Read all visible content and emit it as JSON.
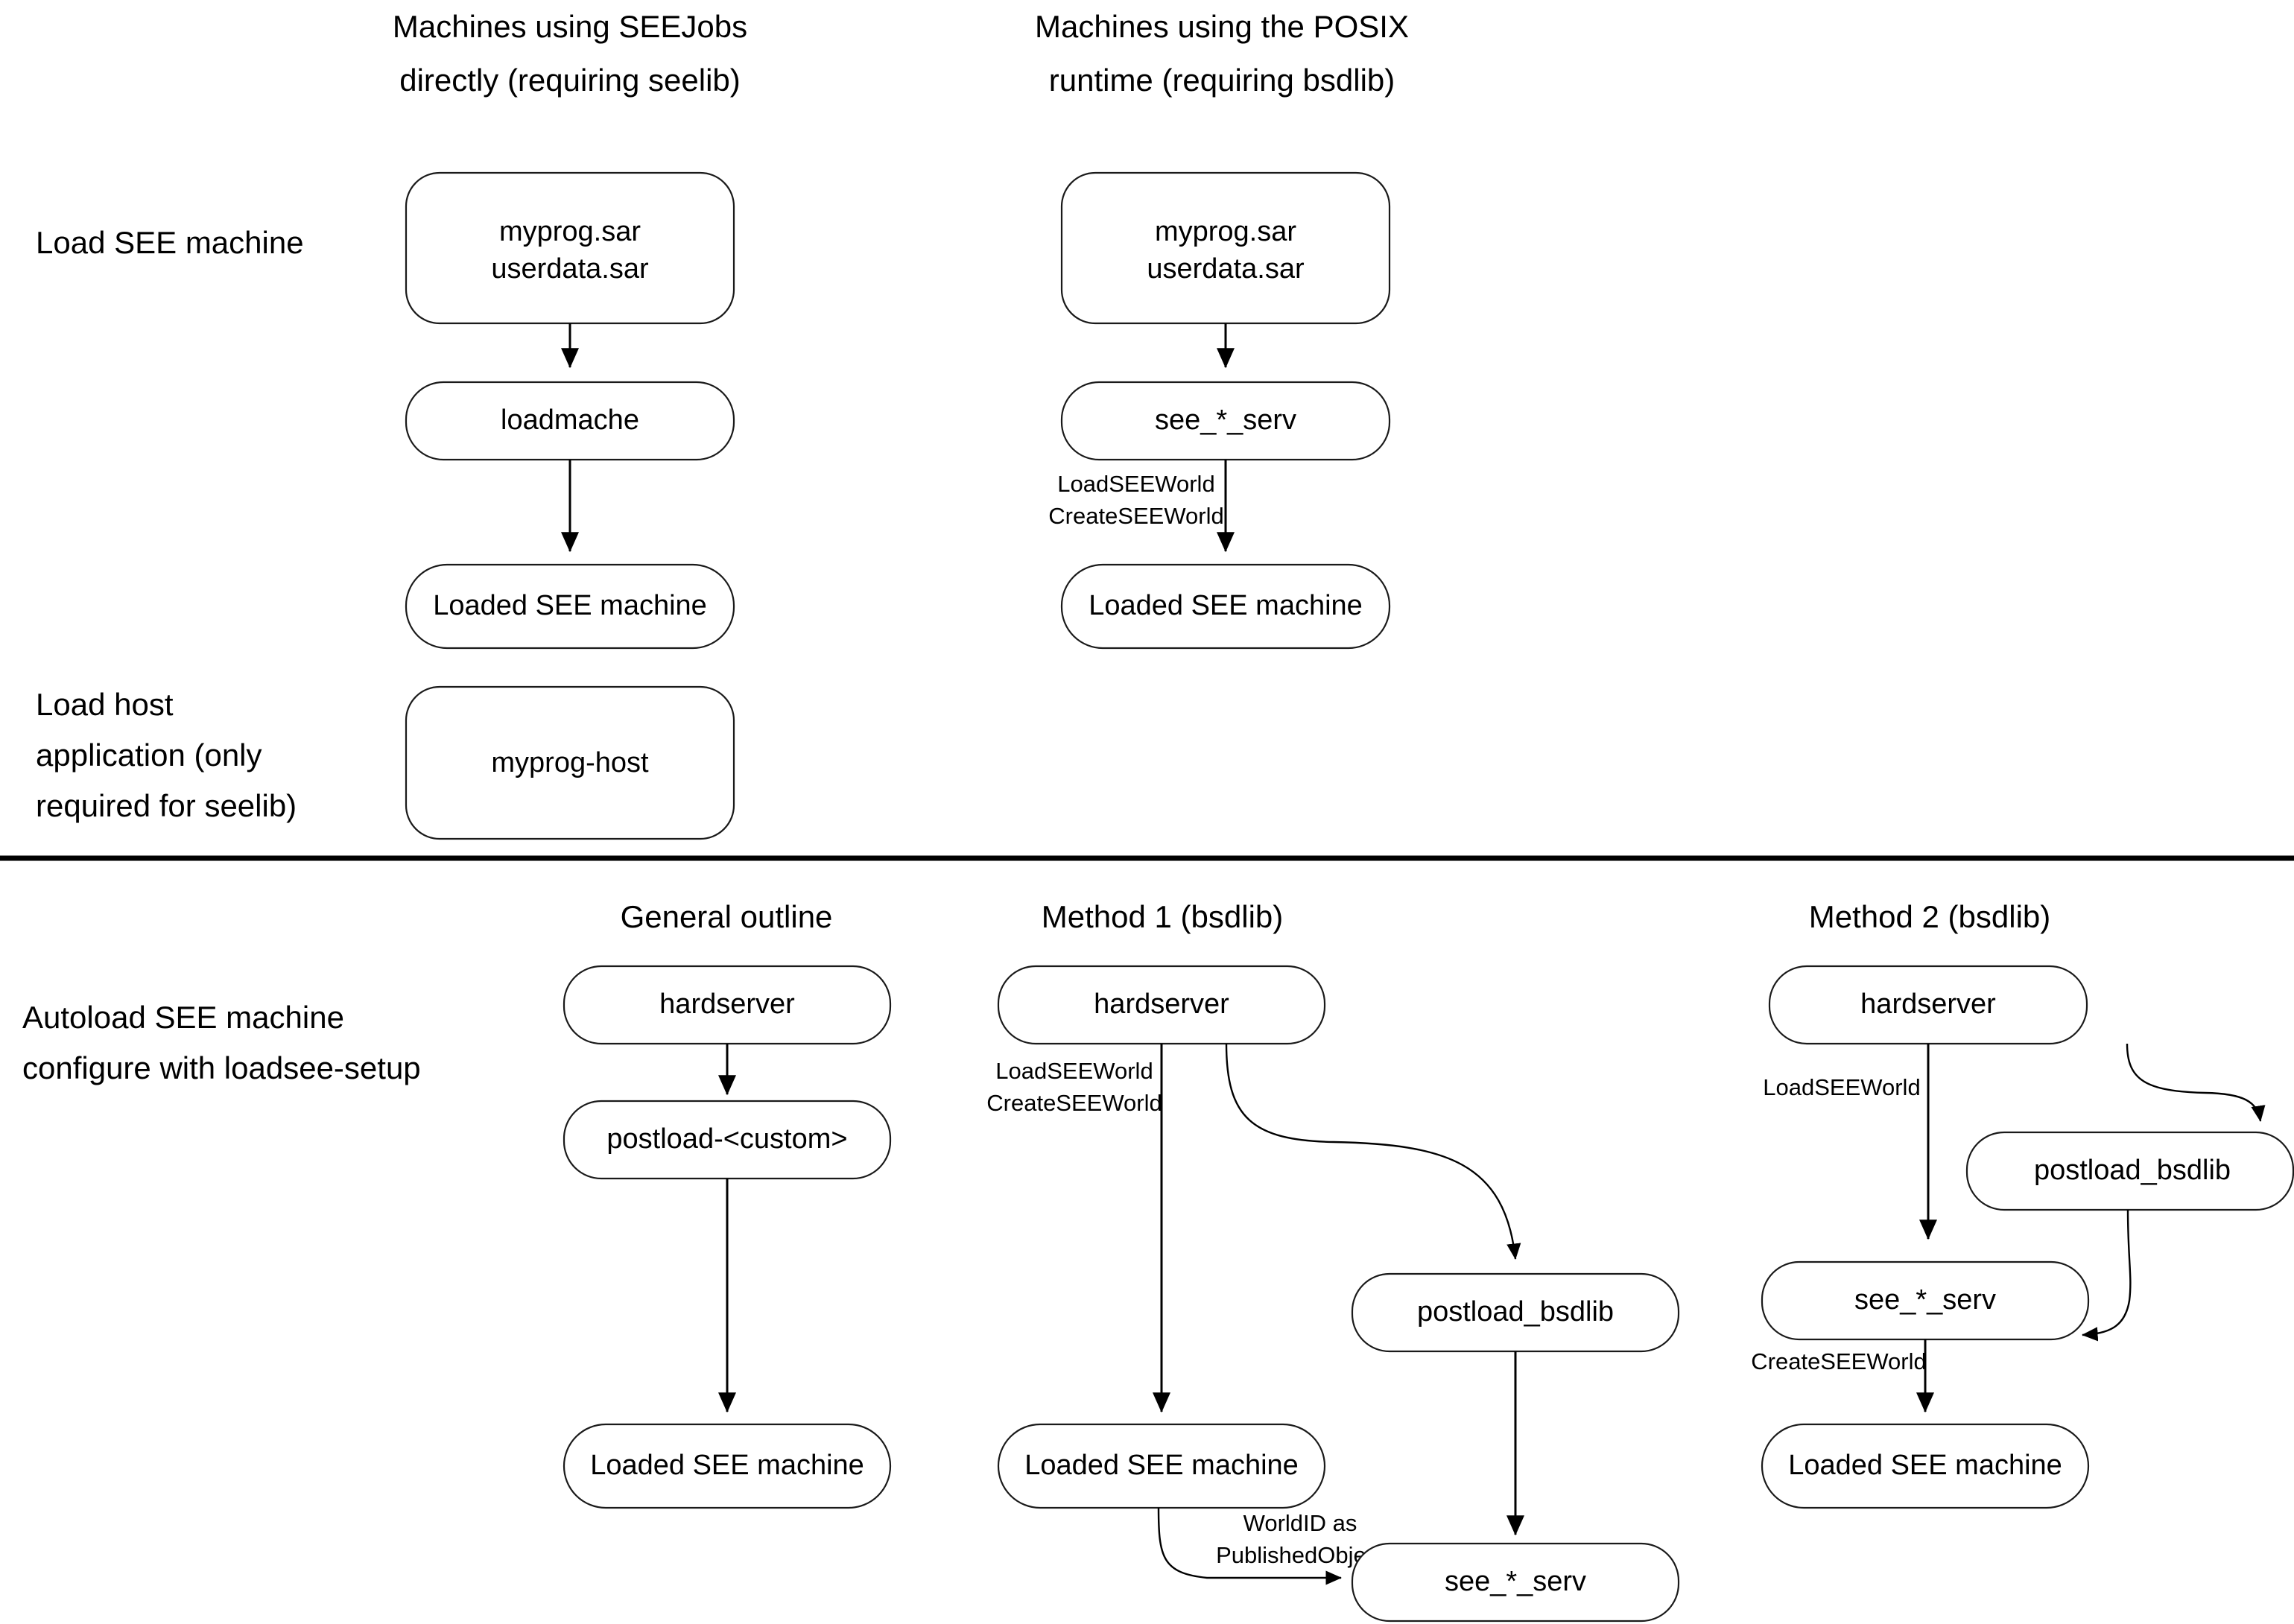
{
  "diagram": {
    "title_row_top": [
      {
        "id": "col-seejobs",
        "text_line1": "Machines using SEEJobs",
        "text_line2": "directly (requiring seelib)"
      },
      {
        "id": "col-posix",
        "text_line1": "Machines using the POSIX",
        "text_line2": "runtime (requiring bsdlib)"
      }
    ],
    "title_row_bottom": [
      {
        "id": "col-general-outline",
        "text": "General outline"
      },
      {
        "id": "col-method-1",
        "text": "Method 1 (bsdlib)"
      },
      {
        "id": "col-method-2",
        "text": "Method 2 (bsdlib)"
      }
    ],
    "row_labels": [
      {
        "id": "row-load-see-machine",
        "lines": [
          "Load SEE machine"
        ]
      },
      {
        "id": "row-load-host-application",
        "lines": [
          "Load host",
          "application (only",
          "required for seelib)"
        ]
      },
      {
        "id": "row-autoload-see-machine",
        "lines": [
          "Autoload SEE machine",
          "configure with loadsee-setup"
        ]
      }
    ],
    "nodes": {
      "seejobs_sar": {
        "lines": [
          "myprog.sar",
          "userdata.sar"
        ]
      },
      "seejobs_loadmache": {
        "lines": [
          "loadmache"
        ]
      },
      "seejobs_loaded": {
        "lines": [
          "Loaded SEE machine"
        ]
      },
      "seejobs_host": {
        "lines": [
          "myprog-host"
        ]
      },
      "posix_sar": {
        "lines": [
          "myprog.sar",
          "userdata.sar"
        ]
      },
      "posix_serv": {
        "lines": [
          "see_*_serv"
        ]
      },
      "posix_loaded": {
        "lines": [
          "Loaded SEE machine"
        ]
      },
      "general_hardserver": {
        "lines": [
          "hardserver"
        ]
      },
      "general_postload": {
        "lines": [
          "postload-<custom>"
        ]
      },
      "general_loaded": {
        "lines": [
          "Loaded SEE machine"
        ]
      },
      "m1_hardserver": {
        "lines": [
          "hardserver"
        ]
      },
      "m1_postload": {
        "lines": [
          "postload_bsdlib"
        ]
      },
      "m1_loaded": {
        "lines": [
          "Loaded SEE machine"
        ]
      },
      "m1_serv": {
        "lines": [
          "see_*_serv"
        ]
      },
      "m2_hardserver": {
        "lines": [
          "hardserver"
        ]
      },
      "m2_postload": {
        "lines": [
          "postload_bsdlib"
        ]
      },
      "m2_serv": {
        "lines": [
          "see_*_serv"
        ]
      },
      "m2_loaded": {
        "lines": [
          "Loaded SEE machine"
        ]
      }
    },
    "edge_labels": {
      "posix_load_create": {
        "lines": [
          "LoadSEEWorld",
          "CreateSEEWorld"
        ]
      },
      "m1_load_create": {
        "lines": [
          "LoadSEEWorld",
          "CreateSEEWorld"
        ]
      },
      "m1_worldid": {
        "lines": [
          "WorldID as",
          "PublishedObject"
        ]
      },
      "m2_loadseeworld": {
        "lines": [
          "LoadSEEWorld"
        ]
      },
      "m2_createseeworld": {
        "lines": [
          "CreateSEEWorld"
        ]
      }
    },
    "colors": {
      "background": "#ffffff",
      "stroke": "#1a1a1a",
      "text": "#000000",
      "edge": "#000000"
    }
  }
}
